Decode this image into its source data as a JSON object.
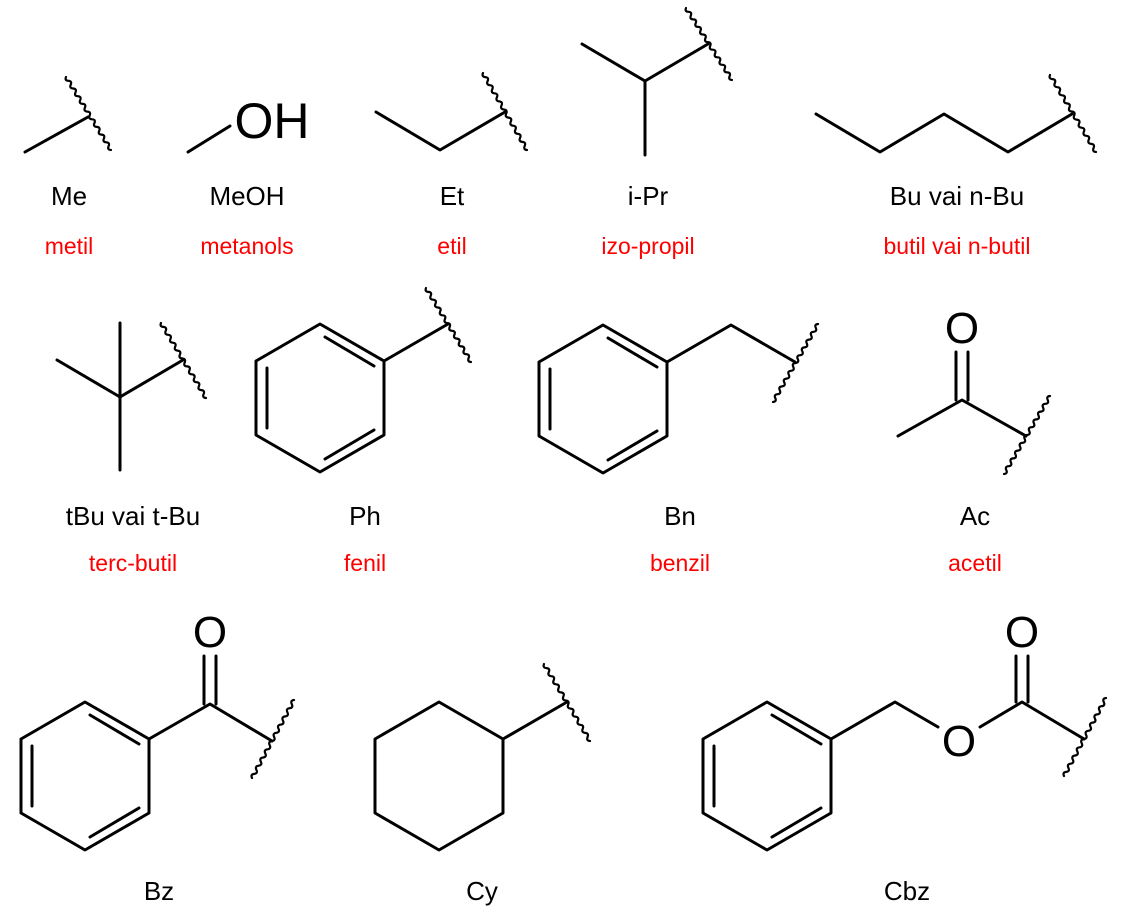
{
  "colors": {
    "structure": "#000000",
    "name_text": "#ff0000",
    "background": "#ffffff"
  },
  "atom_labels": {
    "hydroxyl": "OH",
    "oxygen": "O"
  },
  "groups": [
    {
      "id": "me",
      "abbr": "Me",
      "name": "metil"
    },
    {
      "id": "meoh",
      "abbr": "MeOH",
      "name": "metanols"
    },
    {
      "id": "et",
      "abbr": "Et",
      "name": "etil"
    },
    {
      "id": "ipr",
      "abbr": "i-Pr",
      "name": "izo-propil"
    },
    {
      "id": "bu",
      "abbr": "Bu vai n-Bu",
      "name": "butil vai n-butil"
    },
    {
      "id": "tbu",
      "abbr": "tBu vai t-Bu",
      "name": "terc-butil"
    },
    {
      "id": "ph",
      "abbr": "Ph",
      "name": "fenil"
    },
    {
      "id": "bn",
      "abbr": "Bn",
      "name": "benzil"
    },
    {
      "id": "ac",
      "abbr": "Ac",
      "name": "acetil"
    },
    {
      "id": "bz",
      "abbr": "Bz"
    },
    {
      "id": "cy",
      "abbr": "Cy"
    },
    {
      "id": "cbz",
      "abbr": "Cbz"
    }
  ]
}
